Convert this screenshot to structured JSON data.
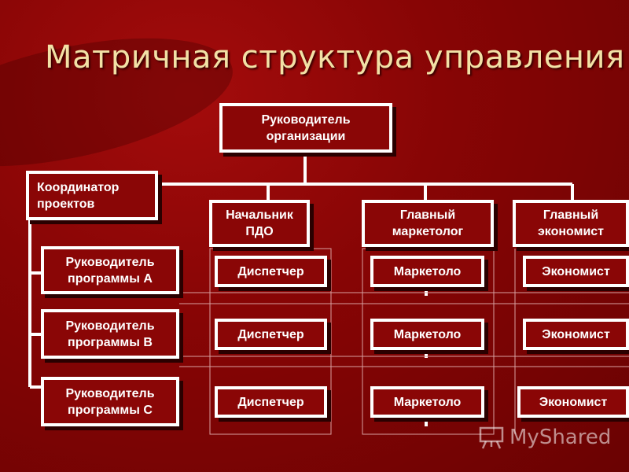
{
  "title": "Матричная структура управления",
  "nodes": {
    "ceo": "Руководитель\nорганизации",
    "coordinator": "Координатор\nпроектов",
    "head_pdo": "Начальник\nПДО",
    "chief_marketer": "Главный\nмаркетолог",
    "chief_economist": "Главный\nэкономист",
    "program_a": "Руководитель\nпрограммы А",
    "program_b": "Руководитель\nпрограммы В",
    "program_c": "Руководитель\nпрограммы С",
    "dispatcher": "Диспетчер",
    "marketer": "Маркетоло",
    "economist": "Экономист"
  },
  "watermark": "MyShared"
}
